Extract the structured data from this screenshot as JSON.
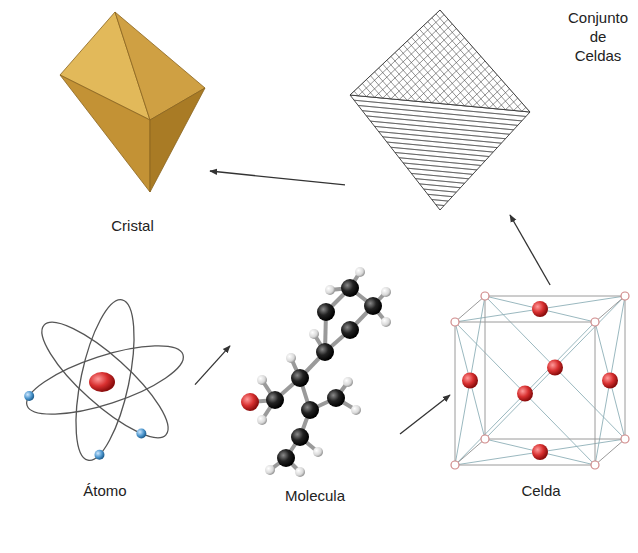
{
  "diagram": {
    "nodes": [
      {
        "text": [
          "Cristal"
        ]
      },
      {
        "text": [
          "Conjunto de Celdas"
        ]
      },
      {
        "text": [
          "Átomo"
        ]
      },
      {
        "text": [
          "Molecula"
        ]
      },
      {
        "text": [
          "Celda"
        ]
      }
    ],
    "edges": [
      {
        "from": 2,
        "to": 3,
        "arrow": "to"
      },
      {
        "from": 3,
        "to": 4,
        "arrow": "to"
      },
      {
        "from": 4,
        "to": 1,
        "arrow": "to"
      },
      {
        "from": 1,
        "to": 0,
        "arrow": "to"
      }
    ]
  }
}
